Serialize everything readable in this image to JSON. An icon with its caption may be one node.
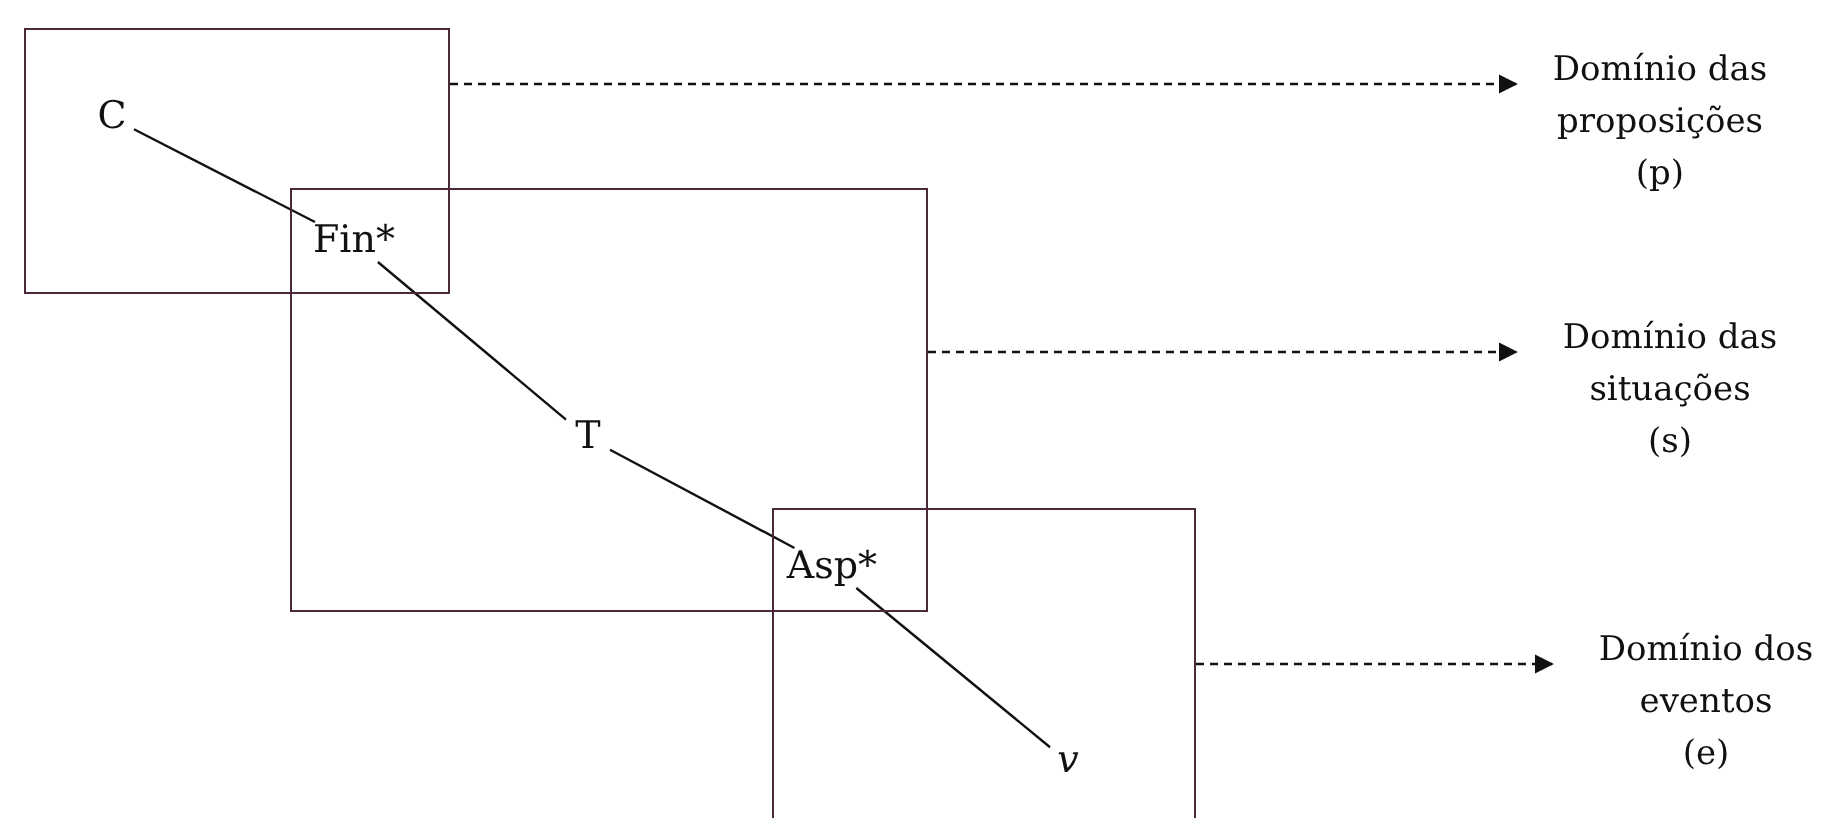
{
  "diagram": {
    "nodes": [
      {
        "text": [],
        "shape": "box"
      },
      {
        "text": [
          "C"
        ],
        "in": 0
      },
      {
        "text": [],
        "shape": "box"
      },
      {
        "text": [
          "Fin*"
        ]
      },
      {
        "text": [
          "T"
        ],
        "in": 2
      },
      {
        "text": [],
        "shape": "box"
      },
      {
        "text": [
          "Asp*"
        ]
      },
      {
        "text": [
          "v"
        ],
        "in": 5
      },
      {
        "text": [
          "Domínio das proposições",
          "(p)"
        ]
      },
      {
        "text": [
          "Domínio das situações",
          "(s)"
        ]
      },
      {
        "text": [
          "Domínio dos eventos",
          "(e)"
        ]
      }
    ],
    "edges": [
      {
        "from": 1,
        "to": 3,
        "arrow": "none"
      },
      {
        "from": 3,
        "to": 4,
        "arrow": "none"
      },
      {
        "from": 4,
        "to": 6,
        "arrow": "none"
      },
      {
        "from": 6,
        "to": 7,
        "arrow": "none"
      },
      {
        "from": 0,
        "to": 8,
        "arrow": "to",
        "style": "dashed"
      },
      {
        "from": 2,
        "to": 9,
        "arrow": "to",
        "style": "dashed"
      },
      {
        "from": 5,
        "to": 10,
        "arrow": "to",
        "style": "dashed"
      }
    ]
  }
}
